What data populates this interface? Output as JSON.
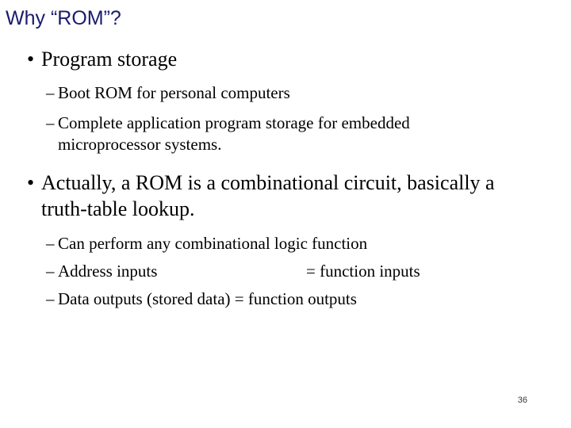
{
  "slide": {
    "title": "Why “ROM”?",
    "title_color": "#1b1b6e",
    "background_color": "#ffffff",
    "body_color": "#000000",
    "page_number": "36",
    "bullet_glyph": "•",
    "dash_glyph": "–",
    "content": [
      {
        "level": 1,
        "text": "Program storage"
      },
      {
        "level": 2,
        "text": "Boot ROM for personal computers"
      },
      {
        "level": 2,
        "text": "Complete application program storage for embedded microprocessor systems."
      },
      {
        "level": 1,
        "text": "Actually, a ROM is a combinational circuit, basically a truth-table lookup."
      },
      {
        "level": 2,
        "text": "Can perform any combinational logic function"
      },
      {
        "level": 2,
        "tabbed": true,
        "col1": "Address inputs",
        "col2": "= function inputs"
      },
      {
        "level": 2,
        "text": "Data outputs (stored data) = function outputs"
      }
    ]
  }
}
